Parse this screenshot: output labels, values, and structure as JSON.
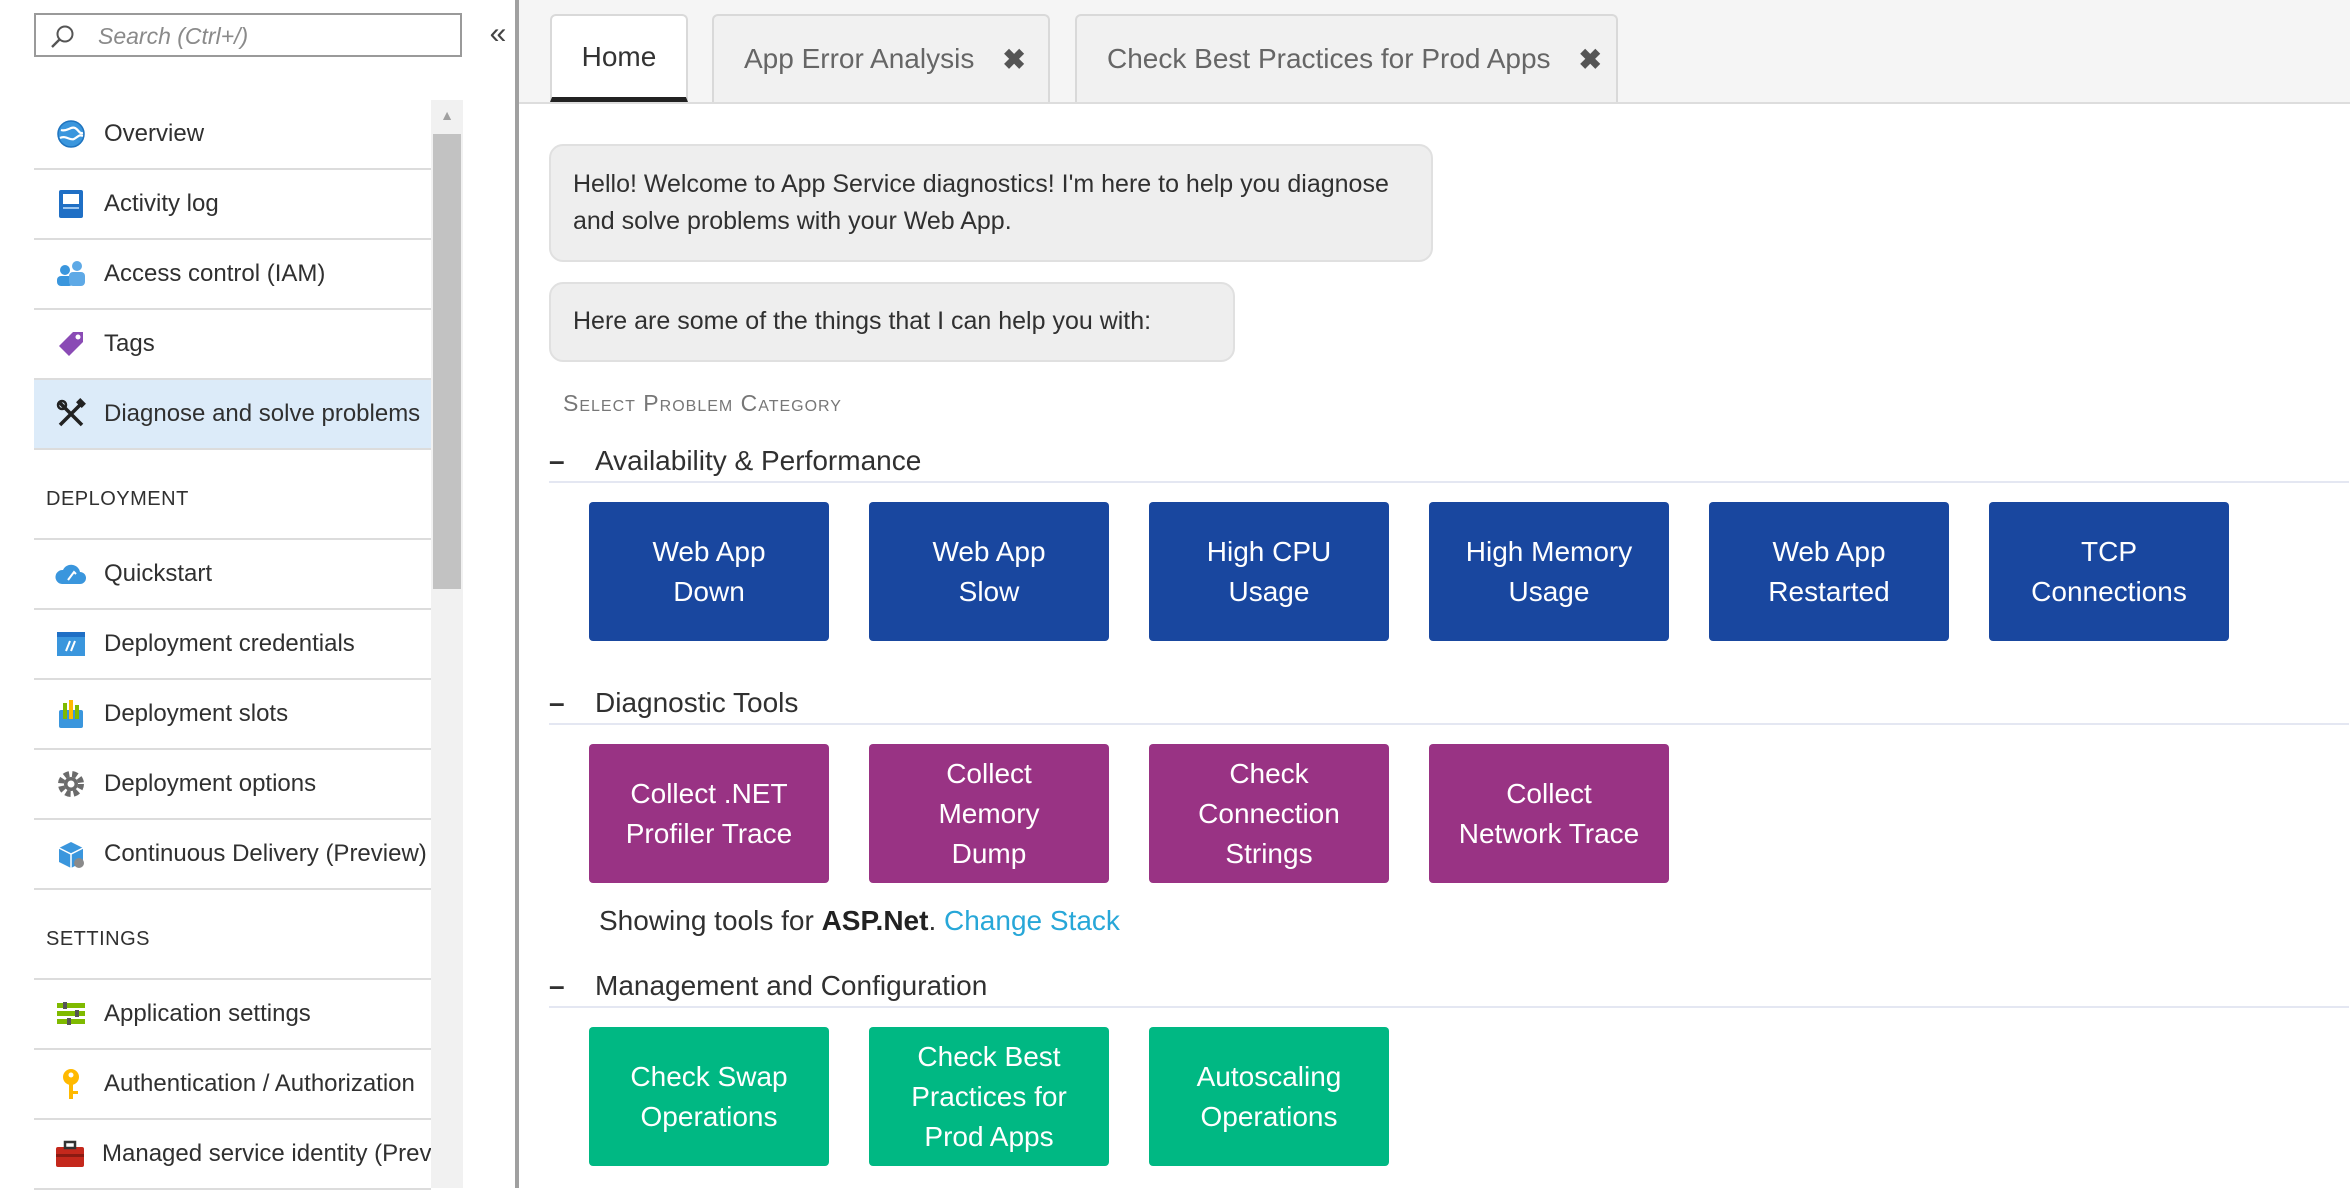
{
  "search": {
    "placeholder": "Search (Ctrl+/)"
  },
  "collapse_label": "«",
  "nav": {
    "items": [
      {
        "label": "Overview",
        "icon": "globe-icon"
      },
      {
        "label": "Activity log",
        "icon": "activity-log-icon"
      },
      {
        "label": "Access control (IAM)",
        "icon": "users-icon"
      },
      {
        "label": "Tags",
        "icon": "tag-icon"
      },
      {
        "label": "Diagnose and solve problems",
        "icon": "wrench-icon",
        "active": true
      }
    ],
    "deployment_header": "DEPLOYMENT",
    "deployment_items": [
      {
        "label": "Quickstart",
        "icon": "cloud-icon"
      },
      {
        "label": "Deployment credentials",
        "icon": "credentials-icon"
      },
      {
        "label": "Deployment slots",
        "icon": "slots-icon"
      },
      {
        "label": "Deployment options",
        "icon": "gear-icon"
      },
      {
        "label": "Continuous Delivery (Preview)",
        "icon": "delivery-icon"
      }
    ],
    "settings_header": "SETTINGS",
    "settings_items": [
      {
        "label": "Application settings",
        "icon": "settings-list-icon"
      },
      {
        "label": "Authentication / Authorization",
        "icon": "key-icon"
      },
      {
        "label": "Managed service identity (Prev",
        "icon": "toolbox-icon"
      }
    ]
  },
  "tabs": [
    {
      "label": "Home",
      "closable": false
    },
    {
      "label": "App Error Analysis",
      "closable": true
    },
    {
      "label": "Check Best Practices for Prod Apps",
      "closable": true
    }
  ],
  "tab_close_glyph": "✖",
  "chat": {
    "welcome": "Hello! Welcome to App Service diagnostics! I'm here to help you diagnose and solve problems with your Web App.",
    "help": "Here are some of the things that I can help you with:"
  },
  "select_category_label": "Select Problem Category",
  "collapse_glyph": "–",
  "categories": [
    {
      "title": "Availability & Performance",
      "color": "#19479f",
      "tiles": [
        "Web App\nDown",
        "Web App\nSlow",
        "High CPU\nUsage",
        "High Memory\nUsage",
        "Web App\nRestarted",
        "TCP\nConnections"
      ]
    },
    {
      "title": "Diagnostic Tools",
      "color": "#993384",
      "tiles": [
        "Collect .NET\nProfiler Trace",
        "Collect\nMemory\nDump",
        "Check\nConnection\nStrings",
        "Collect\nNetwork Trace"
      ]
    },
    {
      "title": "Management and Configuration",
      "color": "#00b883",
      "tiles": [
        "Check Swap\nOperations",
        "Check Best\nPractices for\nProd Apps",
        "Autoscaling\nOperations"
      ]
    }
  ],
  "stack_note": {
    "prefix": "Showing tools for ",
    "stack": "ASP.Net",
    "suffix": ". ",
    "link": "Change Stack"
  }
}
